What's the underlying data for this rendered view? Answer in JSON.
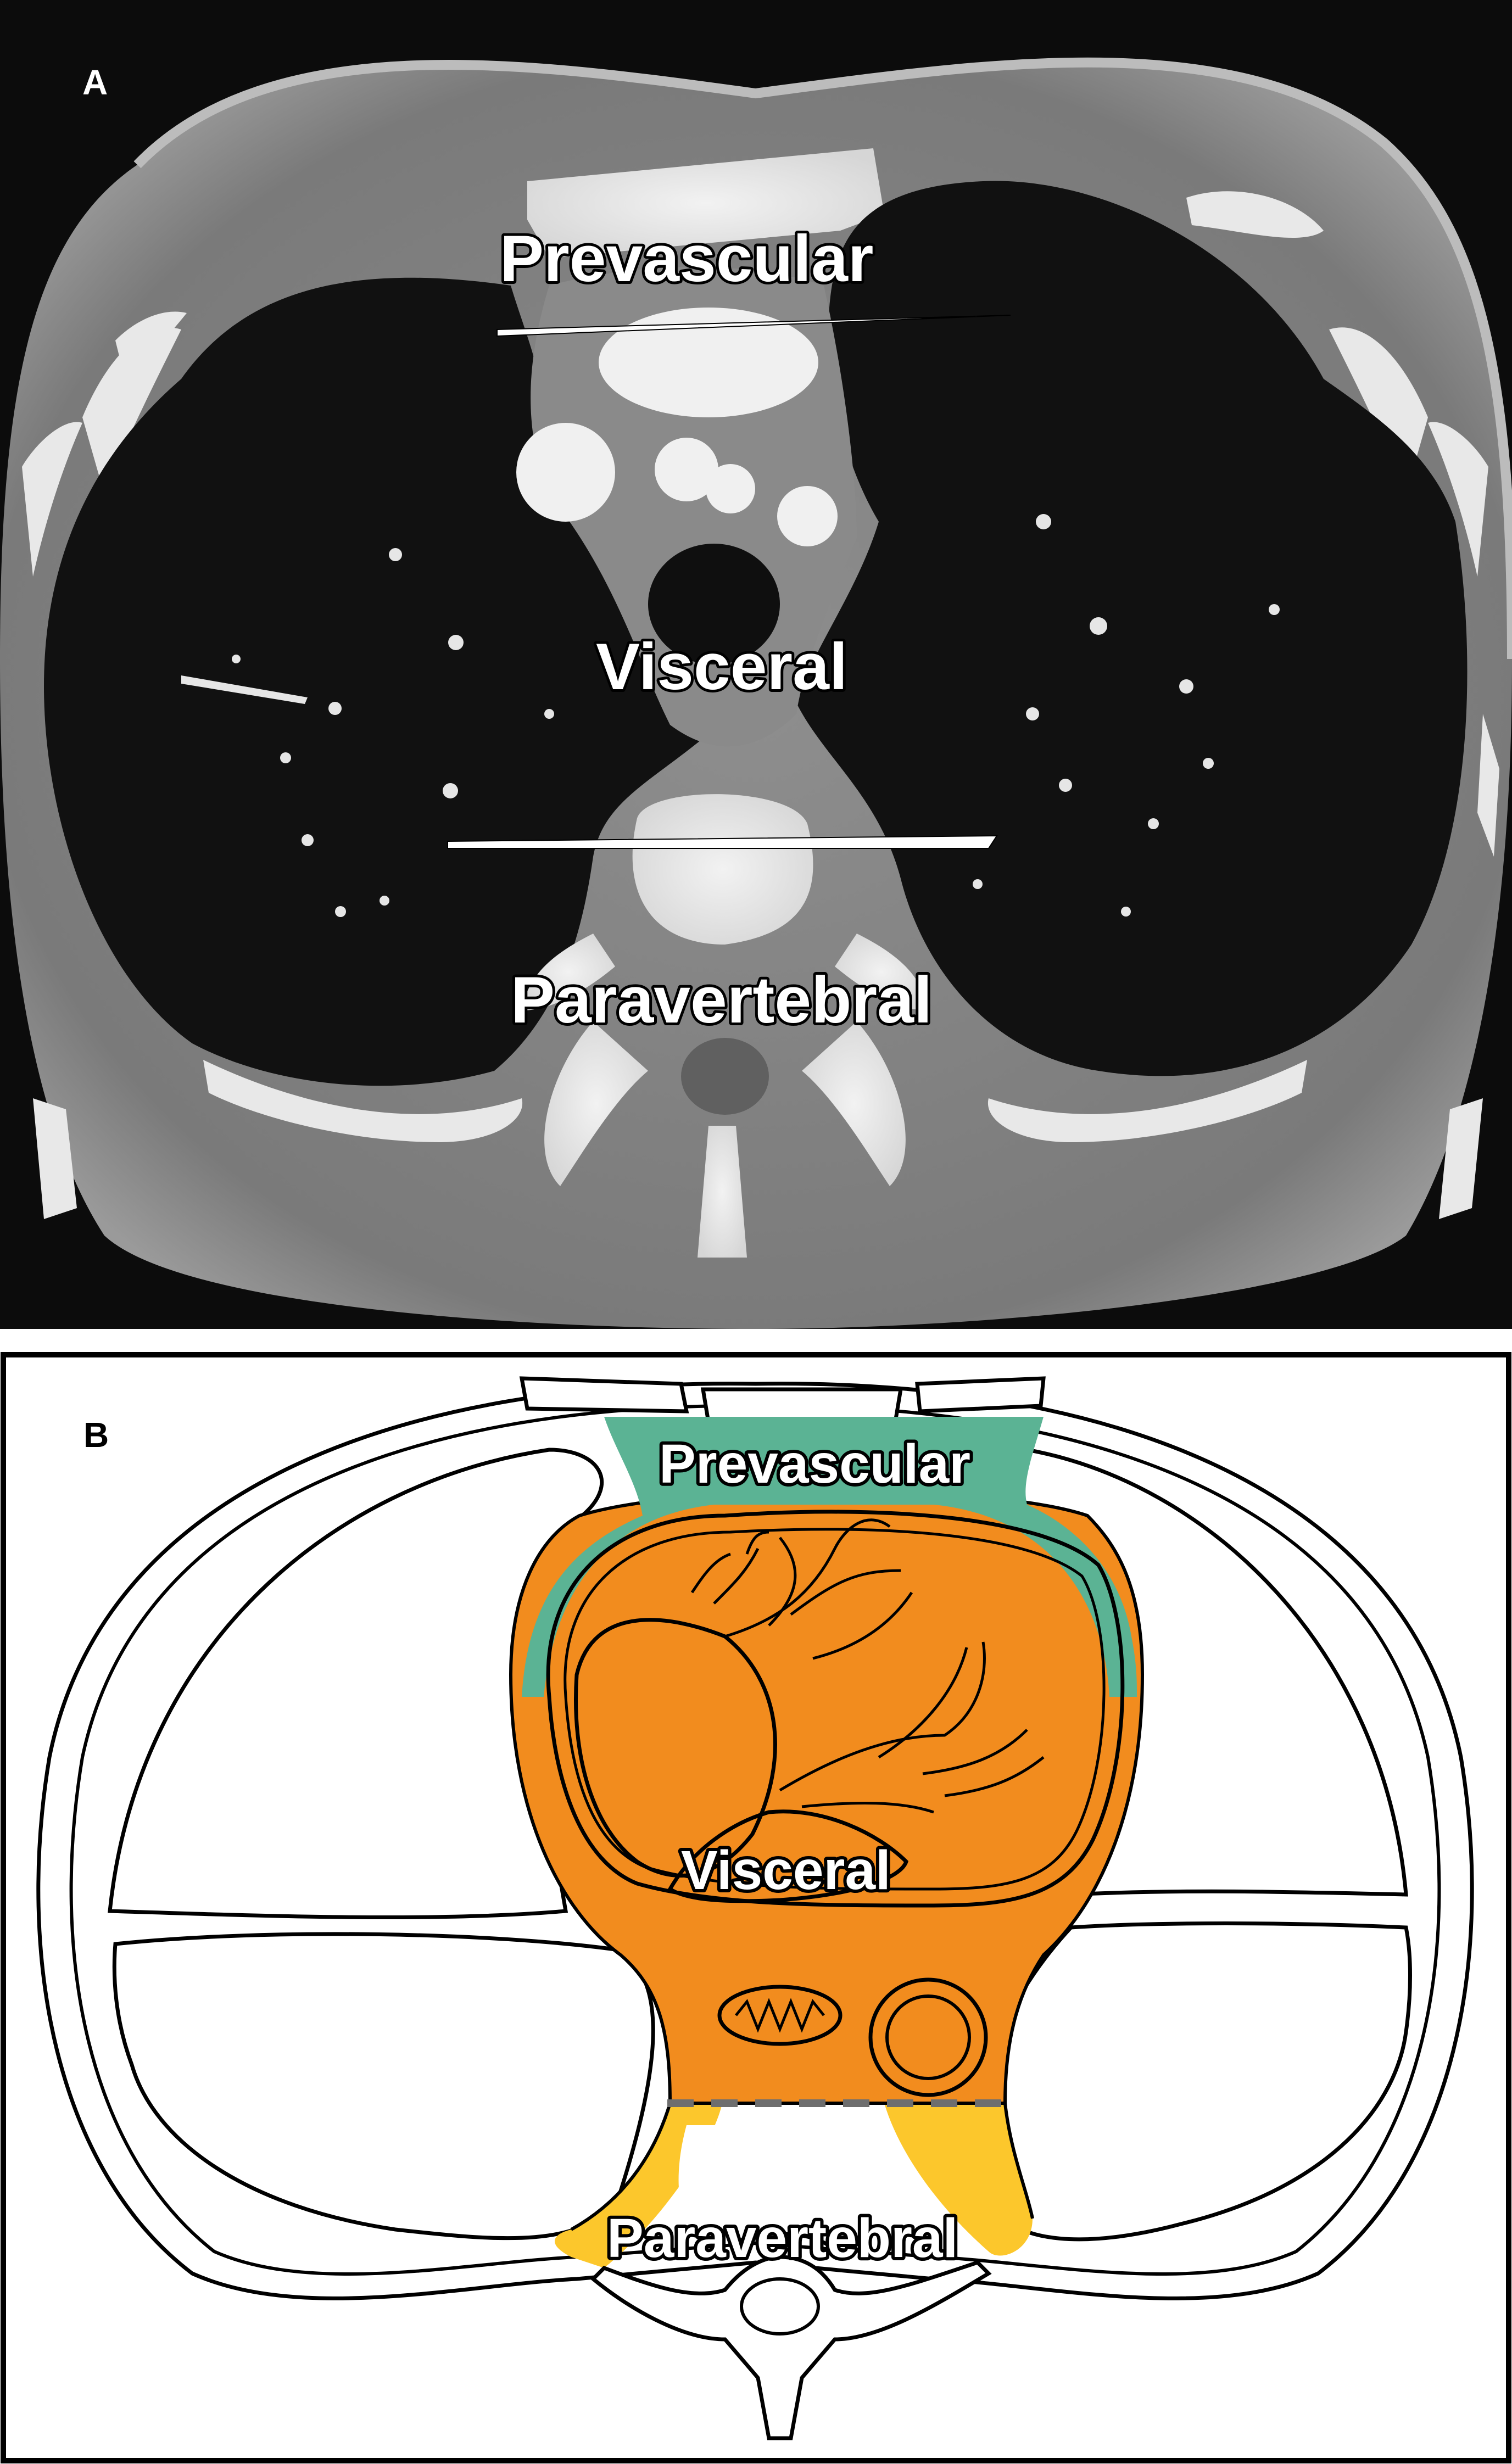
{
  "panel_a": {
    "letter": "A",
    "labels": {
      "prevascular": "Prevascular",
      "visceral": "Visceral",
      "paravertebral": "Paravertebral"
    }
  },
  "panel_b": {
    "letter": "B",
    "labels": {
      "prevascular": "Prevascular",
      "visceral": "Visceral",
      "paravertebral": "Paravertebral"
    },
    "colors": {
      "prevascular": "#5bb394",
      "visceral": "#f28c1e",
      "paravertebral": "#fcc72c"
    }
  }
}
